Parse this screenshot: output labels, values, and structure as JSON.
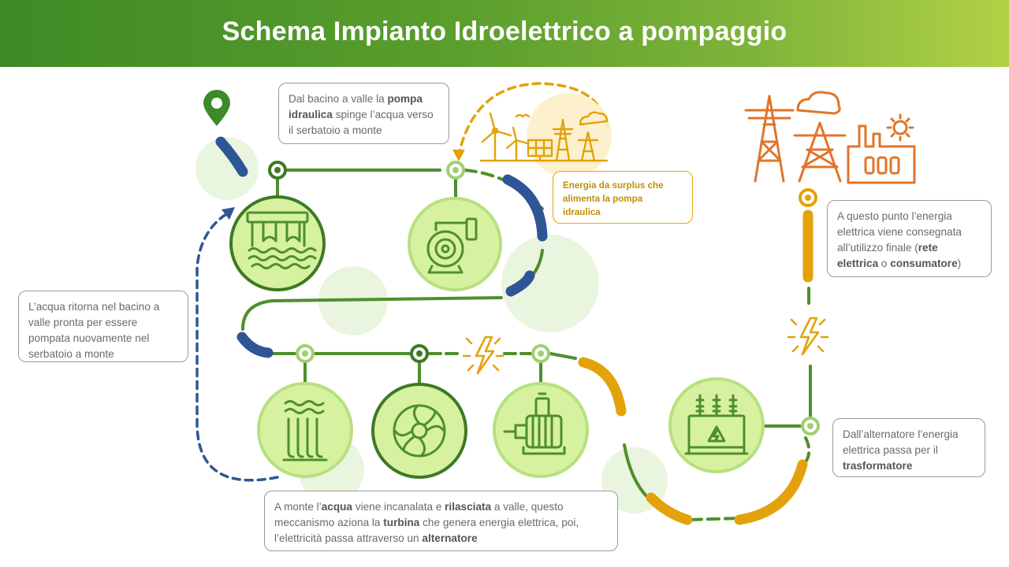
{
  "header": {
    "title": "Schema Impianto Idroelettrico a pompaggio"
  },
  "colors": {
    "header_start": "#3f8a26",
    "header_end": "#b2d145",
    "line_green": "#4e8f2c",
    "line_blue": "#2e5697",
    "line_orange": "#e3a20a",
    "icon_orange": "#e1742a",
    "circle_fill": "#d6f2a0"
  },
  "notes": {
    "pump": {
      "p1": "Dal bacino a valle la ",
      "b1": "pompa idraulica",
      "p2": " spinge l’acqua verso il serbatoio a monte"
    },
    "surplus": {
      "text": "Energia da surplus che alimenta la pompa idraulica"
    },
    "return": {
      "text": "L’acqua ritorna nel bacino a valle pronta per essere pompata nuovamente nel serbatoio a monte"
    },
    "flow": {
      "p1": "A monte l’",
      "b1": "acqua",
      "p2": " viene incanalata e ",
      "b2": "rilasciata",
      "p3": " a valle, questo meccanismo aziona la ",
      "b3": "turbina",
      "p4": " che genera energia elettrica, poi, l’elettricità passa attraverso un ",
      "b4": "alternatore"
    },
    "delivery": {
      "p1": "A questo punto l’energia elettrica viene consegnata all’utilizzo finale (",
      "b1": "rete elettrica",
      "p2": " o ",
      "b2": "consumatore",
      "p3": ")"
    },
    "transformer": {
      "p1": "Dall’alternatore l’energia elettrica passa per il ",
      "b1": "trasformatore"
    }
  },
  "icons": [
    "location-pin-icon",
    "dam-icon",
    "pump-icon",
    "renewable-energy-icon",
    "power-grid-icon",
    "water-intake-icon",
    "turbine-icon",
    "lightning-icon",
    "alternator-icon",
    "transformer-icon"
  ]
}
